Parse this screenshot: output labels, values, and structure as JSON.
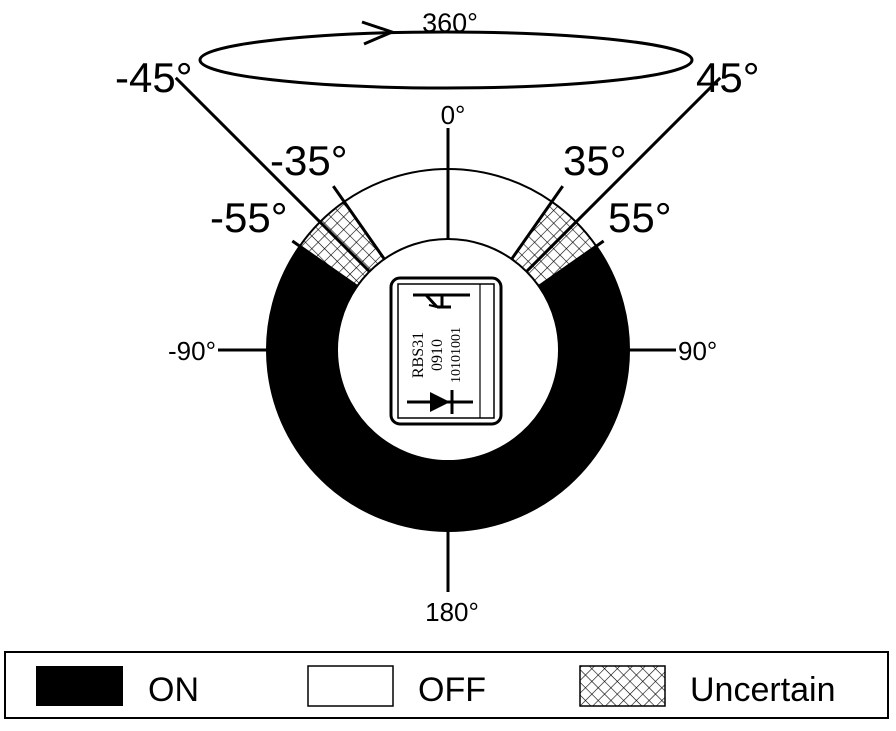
{
  "diagram": {
    "rotation_label": "360°",
    "angle_labels": {
      "zero": "0°",
      "pos90": "90°",
      "neg90": "-90°",
      "deg180": "180°",
      "pos45": "45°",
      "neg45": "-45°",
      "pos35": "35°",
      "neg35": "-35°",
      "pos55": "55°",
      "neg55": "-55°"
    },
    "zones": [
      {
        "state": "OFF",
        "from": -35,
        "to": 35
      },
      {
        "state": "Uncertain",
        "from": 35,
        "to": 55
      },
      {
        "state": "ON",
        "from": 55,
        "to": 305
      },
      {
        "state": "Uncertain",
        "from": -55,
        "to": -35
      }
    ],
    "chip": {
      "line1": "RBS31",
      "line2": "0910",
      "line3": "10101001",
      "top_symbol": "transistor-icon",
      "bottom_symbol": "diode-icon"
    },
    "colors": {
      "on": "#000000",
      "off": "#ffffff",
      "uncertain": "hatched"
    }
  },
  "legend": {
    "items": [
      {
        "label": "ON"
      },
      {
        "label": "OFF"
      },
      {
        "label": "Uncertain"
      }
    ]
  }
}
